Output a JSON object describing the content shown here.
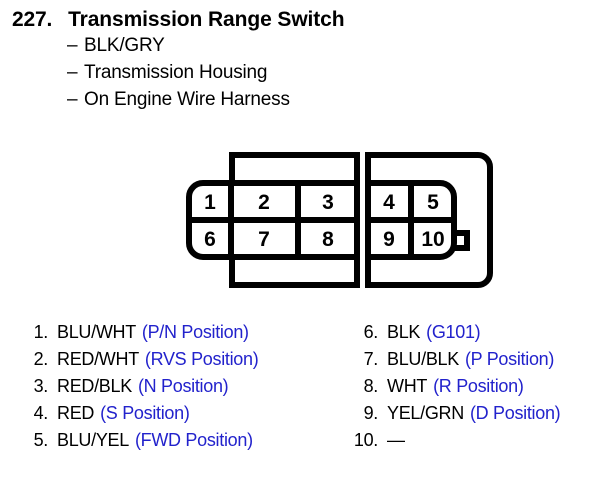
{
  "heading": {
    "number": "227.",
    "title": "Transmission Range Switch",
    "bullets": [
      {
        "dash": "–",
        "text": "BLK/GRY"
      },
      {
        "dash": "–",
        "text": "Transmission Housing"
      },
      {
        "dash": "–",
        "text": "On Engine Wire Harness"
      }
    ]
  },
  "connector": {
    "name": "10-pin-connector-pinout",
    "pins_top": [
      "1",
      "2",
      "3",
      "4",
      "5"
    ],
    "pins_bottom": [
      "6",
      "7",
      "8",
      "9",
      "10"
    ],
    "locking_tab": "right-side-latch-tab",
    "stroke_color": "#000000",
    "fill_color": "#ffffff"
  },
  "legend": {
    "accent_color": "#2222cc",
    "left": [
      {
        "num": "1.",
        "wire": "BLU/WHT",
        "position": "(P/N Position)"
      },
      {
        "num": "2.",
        "wire": "RED/WHT",
        "position": "(RVS Position)"
      },
      {
        "num": "3.",
        "wire": "RED/BLK",
        "position": "(N Position)"
      },
      {
        "num": "4.",
        "wire": "RED",
        "position": "(S Position)"
      },
      {
        "num": "5.",
        "wire": "BLU/YEL",
        "position": "(FWD Position)"
      }
    ],
    "right": [
      {
        "num": "6.",
        "wire": "BLK",
        "position": "(G101)"
      },
      {
        "num": "7.",
        "wire": "BLU/BLK",
        "position": "(P Position)"
      },
      {
        "num": "8.",
        "wire": "WHT",
        "position": "(R Position)"
      },
      {
        "num": "9.",
        "wire": "YEL/GRN",
        "position": "(D Position)"
      },
      {
        "num": "10.",
        "wire": "—",
        "position": ""
      }
    ]
  }
}
